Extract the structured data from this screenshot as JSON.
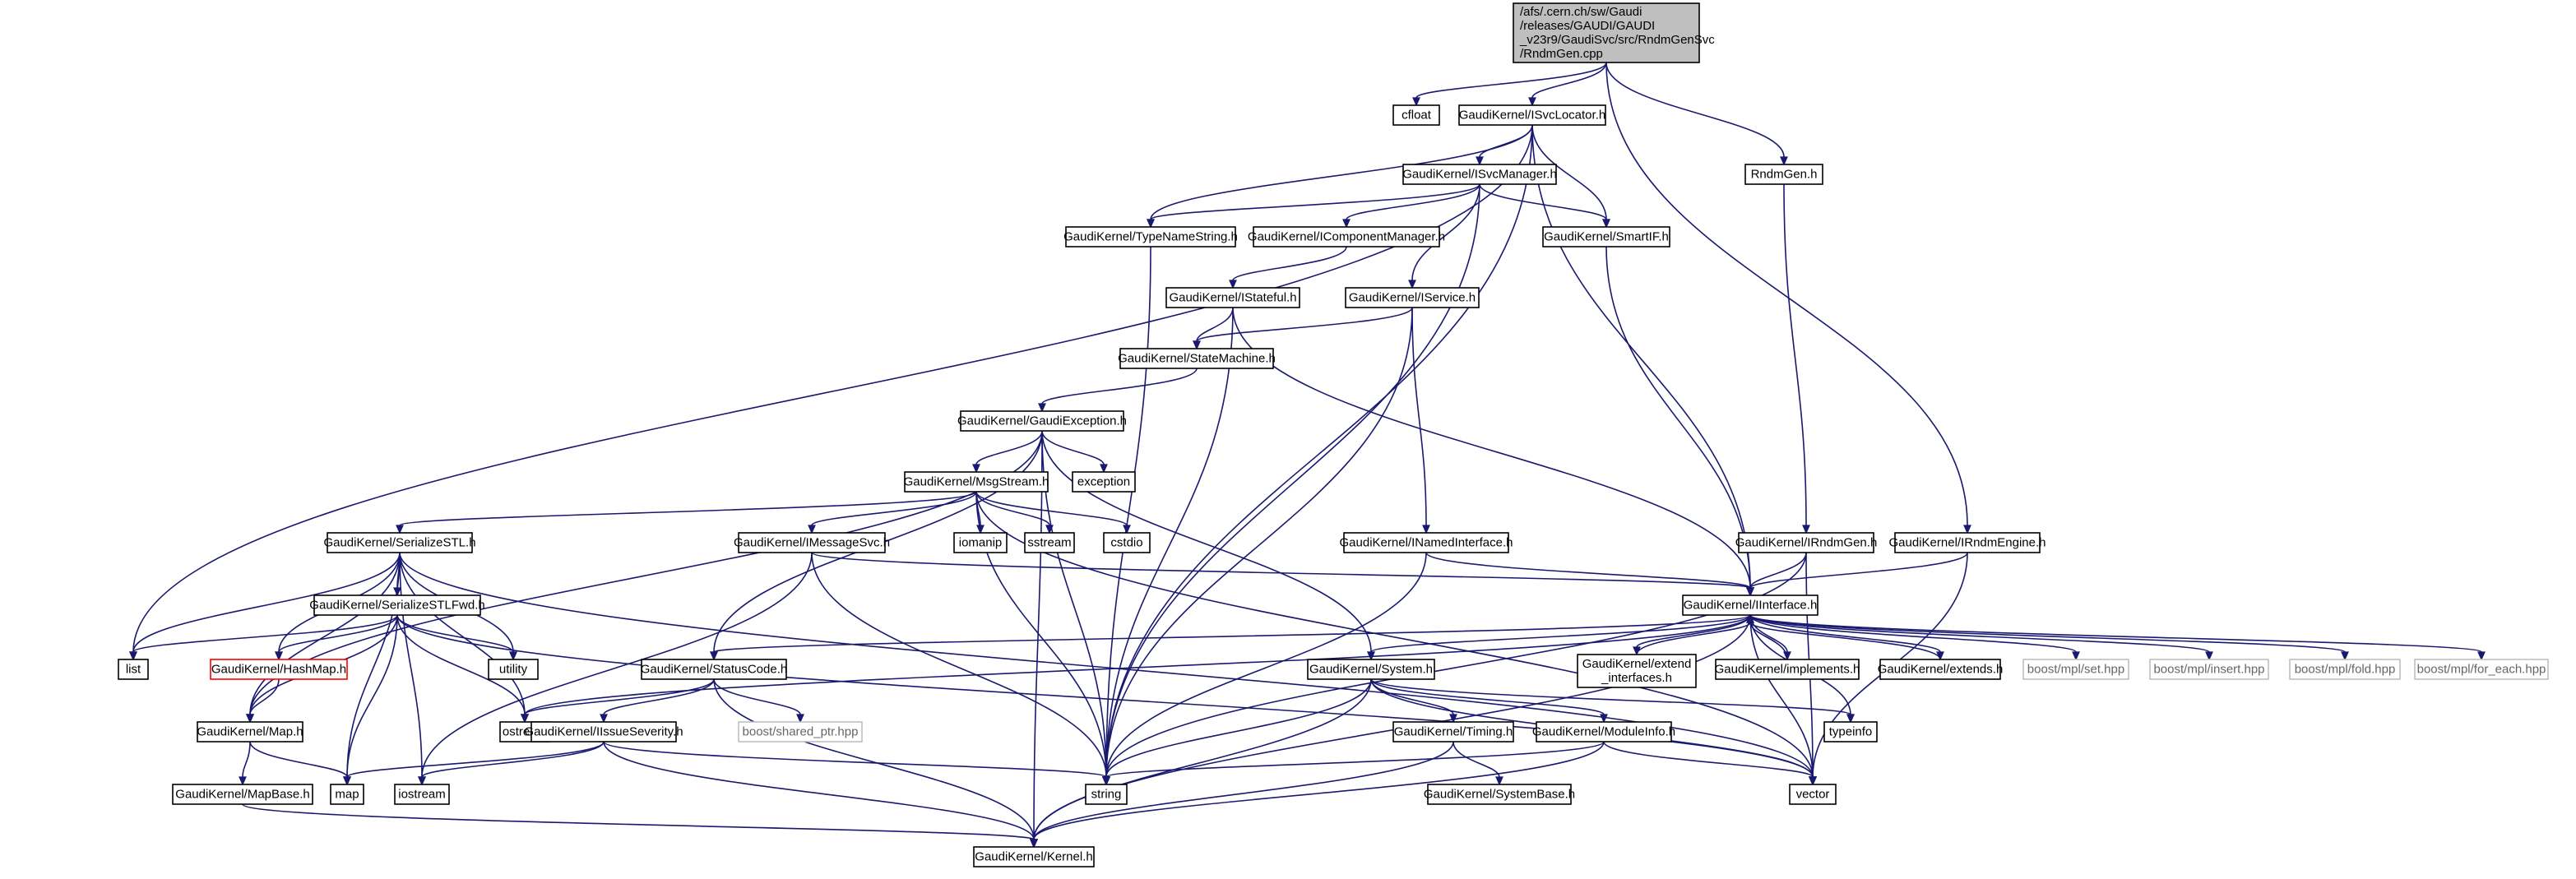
{
  "colors": {
    "edge": "#191970",
    "node_border": "#000000",
    "node_border_missing": "#ff0000",
    "node_border_external": "#bfbfbf",
    "text": "#000000",
    "text_external": "#666666",
    "node_fill": "#ffffff",
    "root_fill": "#bfbfbf"
  },
  "nodes": [
    {
      "id": "root",
      "lines": [
        "/afs/.cern.ch/sw/Gaudi",
        "/releases/GAUDI/GAUDI",
        "_v23r9/GaudiSvc/src/RndmGenSvc",
        "/RndmGen.cpp"
      ],
      "kind": "root"
    },
    {
      "id": "cfloat",
      "lines": [
        "cfloat"
      ],
      "kind": "normal"
    },
    {
      "id": "isvclocator",
      "lines": [
        "GaudiKernel/ISvcLocator.h"
      ],
      "kind": "normal"
    },
    {
      "id": "rndmgen_h",
      "lines": [
        "RndmGen.h"
      ],
      "kind": "normal"
    },
    {
      "id": "isvcmanager",
      "lines": [
        "GaudiKernel/ISvcManager.h"
      ],
      "kind": "normal"
    },
    {
      "id": "typenamestring",
      "lines": [
        "GaudiKernel/TypeNameString.h"
      ],
      "kind": "normal"
    },
    {
      "id": "icomponentmanager",
      "lines": [
        "GaudiKernel/IComponentManager.h"
      ],
      "kind": "normal"
    },
    {
      "id": "smartif",
      "lines": [
        "GaudiKernel/SmartIF.h"
      ],
      "kind": "normal"
    },
    {
      "id": "istateful",
      "lines": [
        "GaudiKernel/IStateful.h"
      ],
      "kind": "normal"
    },
    {
      "id": "iservice",
      "lines": [
        "GaudiKernel/IService.h"
      ],
      "kind": "normal"
    },
    {
      "id": "statemachine",
      "lines": [
        "GaudiKernel/StateMachine.h"
      ],
      "kind": "normal"
    },
    {
      "id": "gaudiexception",
      "lines": [
        "GaudiKernel/GaudiException.h"
      ],
      "kind": "normal"
    },
    {
      "id": "msgstream",
      "lines": [
        "GaudiKernel/MsgStream.h"
      ],
      "kind": "normal"
    },
    {
      "id": "exception",
      "lines": [
        "exception"
      ],
      "kind": "normal"
    },
    {
      "id": "serializestl",
      "lines": [
        "GaudiKernel/SerializeSTL.h"
      ],
      "kind": "normal"
    },
    {
      "id": "imessagesvc",
      "lines": [
        "GaudiKernel/IMessageSvc.h"
      ],
      "kind": "normal"
    },
    {
      "id": "iomanip",
      "lines": [
        "iomanip"
      ],
      "kind": "normal"
    },
    {
      "id": "sstream",
      "lines": [
        "sstream"
      ],
      "kind": "normal"
    },
    {
      "id": "cstdio",
      "lines": [
        "cstdio"
      ],
      "kind": "normal"
    },
    {
      "id": "inamedinterface",
      "lines": [
        "GaudiKernel/INamedInterface.h"
      ],
      "kind": "normal"
    },
    {
      "id": "irndmgen",
      "lines": [
        "GaudiKernel/IRndmGen.h"
      ],
      "kind": "normal"
    },
    {
      "id": "irndmengine",
      "lines": [
        "GaudiKernel/IRndmEngine.h"
      ],
      "kind": "normal"
    },
    {
      "id": "iinterface",
      "lines": [
        "GaudiKernel/IInterface.h"
      ],
      "kind": "normal"
    },
    {
      "id": "serializestlfwd",
      "lines": [
        "GaudiKernel/SerializeSTLFwd.h"
      ],
      "kind": "normal"
    },
    {
      "id": "list",
      "lines": [
        "list"
      ],
      "kind": "normal"
    },
    {
      "id": "hashmap",
      "lines": [
        "GaudiKernel/HashMap.h"
      ],
      "kind": "missing"
    },
    {
      "id": "utility",
      "lines": [
        "utility"
      ],
      "kind": "normal"
    },
    {
      "id": "statuscode",
      "lines": [
        "GaudiKernel/StatusCode.h"
      ],
      "kind": "normal"
    },
    {
      "id": "system",
      "lines": [
        "GaudiKernel/System.h"
      ],
      "kind": "normal"
    },
    {
      "id": "extend_interfaces",
      "lines": [
        "GaudiKernel/extend",
        "_interfaces.h"
      ],
      "kind": "normal"
    },
    {
      "id": "implements",
      "lines": [
        "GaudiKernel/implements.h"
      ],
      "kind": "normal"
    },
    {
      "id": "extends",
      "lines": [
        "GaudiKernel/extends.h"
      ],
      "kind": "normal"
    },
    {
      "id": "mpl_set",
      "lines": [
        "boost/mpl/set.hpp"
      ],
      "kind": "external"
    },
    {
      "id": "mpl_insert",
      "lines": [
        "boost/mpl/insert.hpp"
      ],
      "kind": "external"
    },
    {
      "id": "mpl_fold",
      "lines": [
        "boost/mpl/fold.hpp"
      ],
      "kind": "external"
    },
    {
      "id": "mpl_for_each",
      "lines": [
        "boost/mpl/for_each.hpp"
      ],
      "kind": "external"
    },
    {
      "id": "map_h",
      "lines": [
        "GaudiKernel/Map.h"
      ],
      "kind": "normal"
    },
    {
      "id": "ostream",
      "lines": [
        "ostream"
      ],
      "kind": "normal"
    },
    {
      "id": "iseverity",
      "lines": [
        "GaudiKernel/IIssueSeverity.h"
      ],
      "kind": "normal"
    },
    {
      "id": "shared_ptr",
      "lines": [
        "boost/shared_ptr.hpp"
      ],
      "kind": "external"
    },
    {
      "id": "timing",
      "lines": [
        "GaudiKernel/Timing.h"
      ],
      "kind": "normal"
    },
    {
      "id": "moduleinfo",
      "lines": [
        "GaudiKernel/ModuleInfo.h"
      ],
      "kind": "normal"
    },
    {
      "id": "typeinfo",
      "lines": [
        "typeinfo"
      ],
      "kind": "normal"
    },
    {
      "id": "mapbase",
      "lines": [
        "GaudiKernel/MapBase.h"
      ],
      "kind": "normal"
    },
    {
      "id": "map",
      "lines": [
        "map"
      ],
      "kind": "normal"
    },
    {
      "id": "iostream",
      "lines": [
        "iostream"
      ],
      "kind": "normal"
    },
    {
      "id": "string",
      "lines": [
        "string"
      ],
      "kind": "normal"
    },
    {
      "id": "vector",
      "lines": [
        "vector"
      ],
      "kind": "normal"
    },
    {
      "id": "systembase",
      "lines": [
        "GaudiKernel/SystemBase.h"
      ],
      "kind": "normal"
    },
    {
      "id": "kernel",
      "lines": [
        "GaudiKernel/Kernel.h"
      ],
      "kind": "normal"
    }
  ],
  "edges": [
    [
      "root",
      "cfloat"
    ],
    [
      "root",
      "isvclocator"
    ],
    [
      "root",
      "rndmgen_h"
    ],
    [
      "root",
      "irndmengine"
    ],
    [
      "isvclocator",
      "list"
    ],
    [
      "isvclocator",
      "string"
    ],
    [
      "isvclocator",
      "isvcmanager"
    ],
    [
      "isvclocator",
      "typenamestring"
    ],
    [
      "isvclocator",
      "smartif"
    ],
    [
      "isvclocator",
      "iinterface"
    ],
    [
      "isvcmanager",
      "typenamestring"
    ],
    [
      "isvcmanager",
      "icomponentmanager"
    ],
    [
      "isvcmanager",
      "smartif"
    ],
    [
      "isvcmanager",
      "iservice"
    ],
    [
      "isvcmanager",
      "string"
    ],
    [
      "typenamestring",
      "string"
    ],
    [
      "icomponentmanager",
      "istateful"
    ],
    [
      "smartif",
      "iinterface"
    ],
    [
      "istateful",
      "statemachine"
    ],
    [
      "istateful",
      "string"
    ],
    [
      "istateful",
      "iinterface"
    ],
    [
      "iservice",
      "statemachine"
    ],
    [
      "iservice",
      "string"
    ],
    [
      "iservice",
      "inamedinterface"
    ],
    [
      "statemachine",
      "gaudiexception"
    ],
    [
      "gaudiexception",
      "msgstream"
    ],
    [
      "gaudiexception",
      "exception"
    ],
    [
      "gaudiexception",
      "string"
    ],
    [
      "gaudiexception",
      "statuscode"
    ],
    [
      "gaudiexception",
      "system"
    ],
    [
      "gaudiexception",
      "kernel"
    ],
    [
      "gaudiexception",
      "map_h"
    ],
    [
      "msgstream",
      "serializestl"
    ],
    [
      "msgstream",
      "imessagesvc"
    ],
    [
      "msgstream",
      "iomanip"
    ],
    [
      "msgstream",
      "sstream"
    ],
    [
      "msgstream",
      "cstdio"
    ],
    [
      "msgstream",
      "string"
    ],
    [
      "msgstream",
      "vector"
    ],
    [
      "serializestl",
      "serializestlfwd"
    ],
    [
      "serializestl",
      "list"
    ],
    [
      "serializestl",
      "hashmap"
    ],
    [
      "serializestl",
      "utility"
    ],
    [
      "serializestl",
      "ostream"
    ],
    [
      "serializestl",
      "map_h"
    ],
    [
      "serializestl",
      "map"
    ],
    [
      "serializestl",
      "iostream"
    ],
    [
      "serializestl",
      "vector"
    ],
    [
      "imessagesvc",
      "iinterface"
    ],
    [
      "imessagesvc",
      "string"
    ],
    [
      "imessagesvc",
      "iostream"
    ],
    [
      "inamedinterface",
      "iinterface"
    ],
    [
      "inamedinterface",
      "string"
    ],
    [
      "rndmgen_h",
      "irndmgen"
    ],
    [
      "irndmgen",
      "iinterface"
    ],
    [
      "irndmgen",
      "string"
    ],
    [
      "irndmgen",
      "vector"
    ],
    [
      "irndmengine",
      "iinterface"
    ],
    [
      "irndmengine",
      "vector"
    ],
    [
      "iinterface",
      "statuscode"
    ],
    [
      "iinterface",
      "system"
    ],
    [
      "iinterface",
      "extend_interfaces"
    ],
    [
      "iinterface",
      "implements"
    ],
    [
      "iinterface",
      "extends"
    ],
    [
      "iinterface",
      "mpl_set"
    ],
    [
      "iinterface",
      "mpl_insert"
    ],
    [
      "iinterface",
      "mpl_fold"
    ],
    [
      "iinterface",
      "mpl_for_each"
    ],
    [
      "iinterface",
      "ostream"
    ],
    [
      "iinterface",
      "typeinfo"
    ],
    [
      "iinterface",
      "vector"
    ],
    [
      "iinterface",
      "kernel"
    ],
    [
      "extend_interfaces",
      "iinterface"
    ],
    [
      "implements",
      "iinterface"
    ],
    [
      "extends",
      "iinterface"
    ],
    [
      "serializestlfwd",
      "list"
    ],
    [
      "serializestlfwd",
      "hashmap"
    ],
    [
      "serializestlfwd",
      "utility"
    ],
    [
      "serializestlfwd",
      "map_h"
    ],
    [
      "serializestlfwd",
      "ostream"
    ],
    [
      "serializestlfwd",
      "map"
    ],
    [
      "serializestlfwd",
      "vector"
    ],
    [
      "hashmap",
      "map_h"
    ],
    [
      "statuscode",
      "ostream"
    ],
    [
      "statuscode",
      "iseverity"
    ],
    [
      "statuscode",
      "shared_ptr"
    ],
    [
      "statuscode",
      "kernel"
    ],
    [
      "system",
      "string"
    ],
    [
      "system",
      "timing"
    ],
    [
      "system",
      "moduleinfo"
    ],
    [
      "system",
      "typeinfo"
    ],
    [
      "system",
      "vector"
    ],
    [
      "system",
      "kernel"
    ],
    [
      "map_h",
      "mapbase"
    ],
    [
      "map_h",
      "map"
    ],
    [
      "iseverity",
      "map"
    ],
    [
      "iseverity",
      "iostream"
    ],
    [
      "iseverity",
      "string"
    ],
    [
      "iseverity",
      "kernel"
    ],
    [
      "timing",
      "systembase"
    ],
    [
      "timing",
      "kernel"
    ],
    [
      "moduleinfo",
      "string"
    ],
    [
      "moduleinfo",
      "vector"
    ],
    [
      "moduleinfo",
      "kernel"
    ],
    [
      "mapbase",
      "kernel"
    ]
  ]
}
